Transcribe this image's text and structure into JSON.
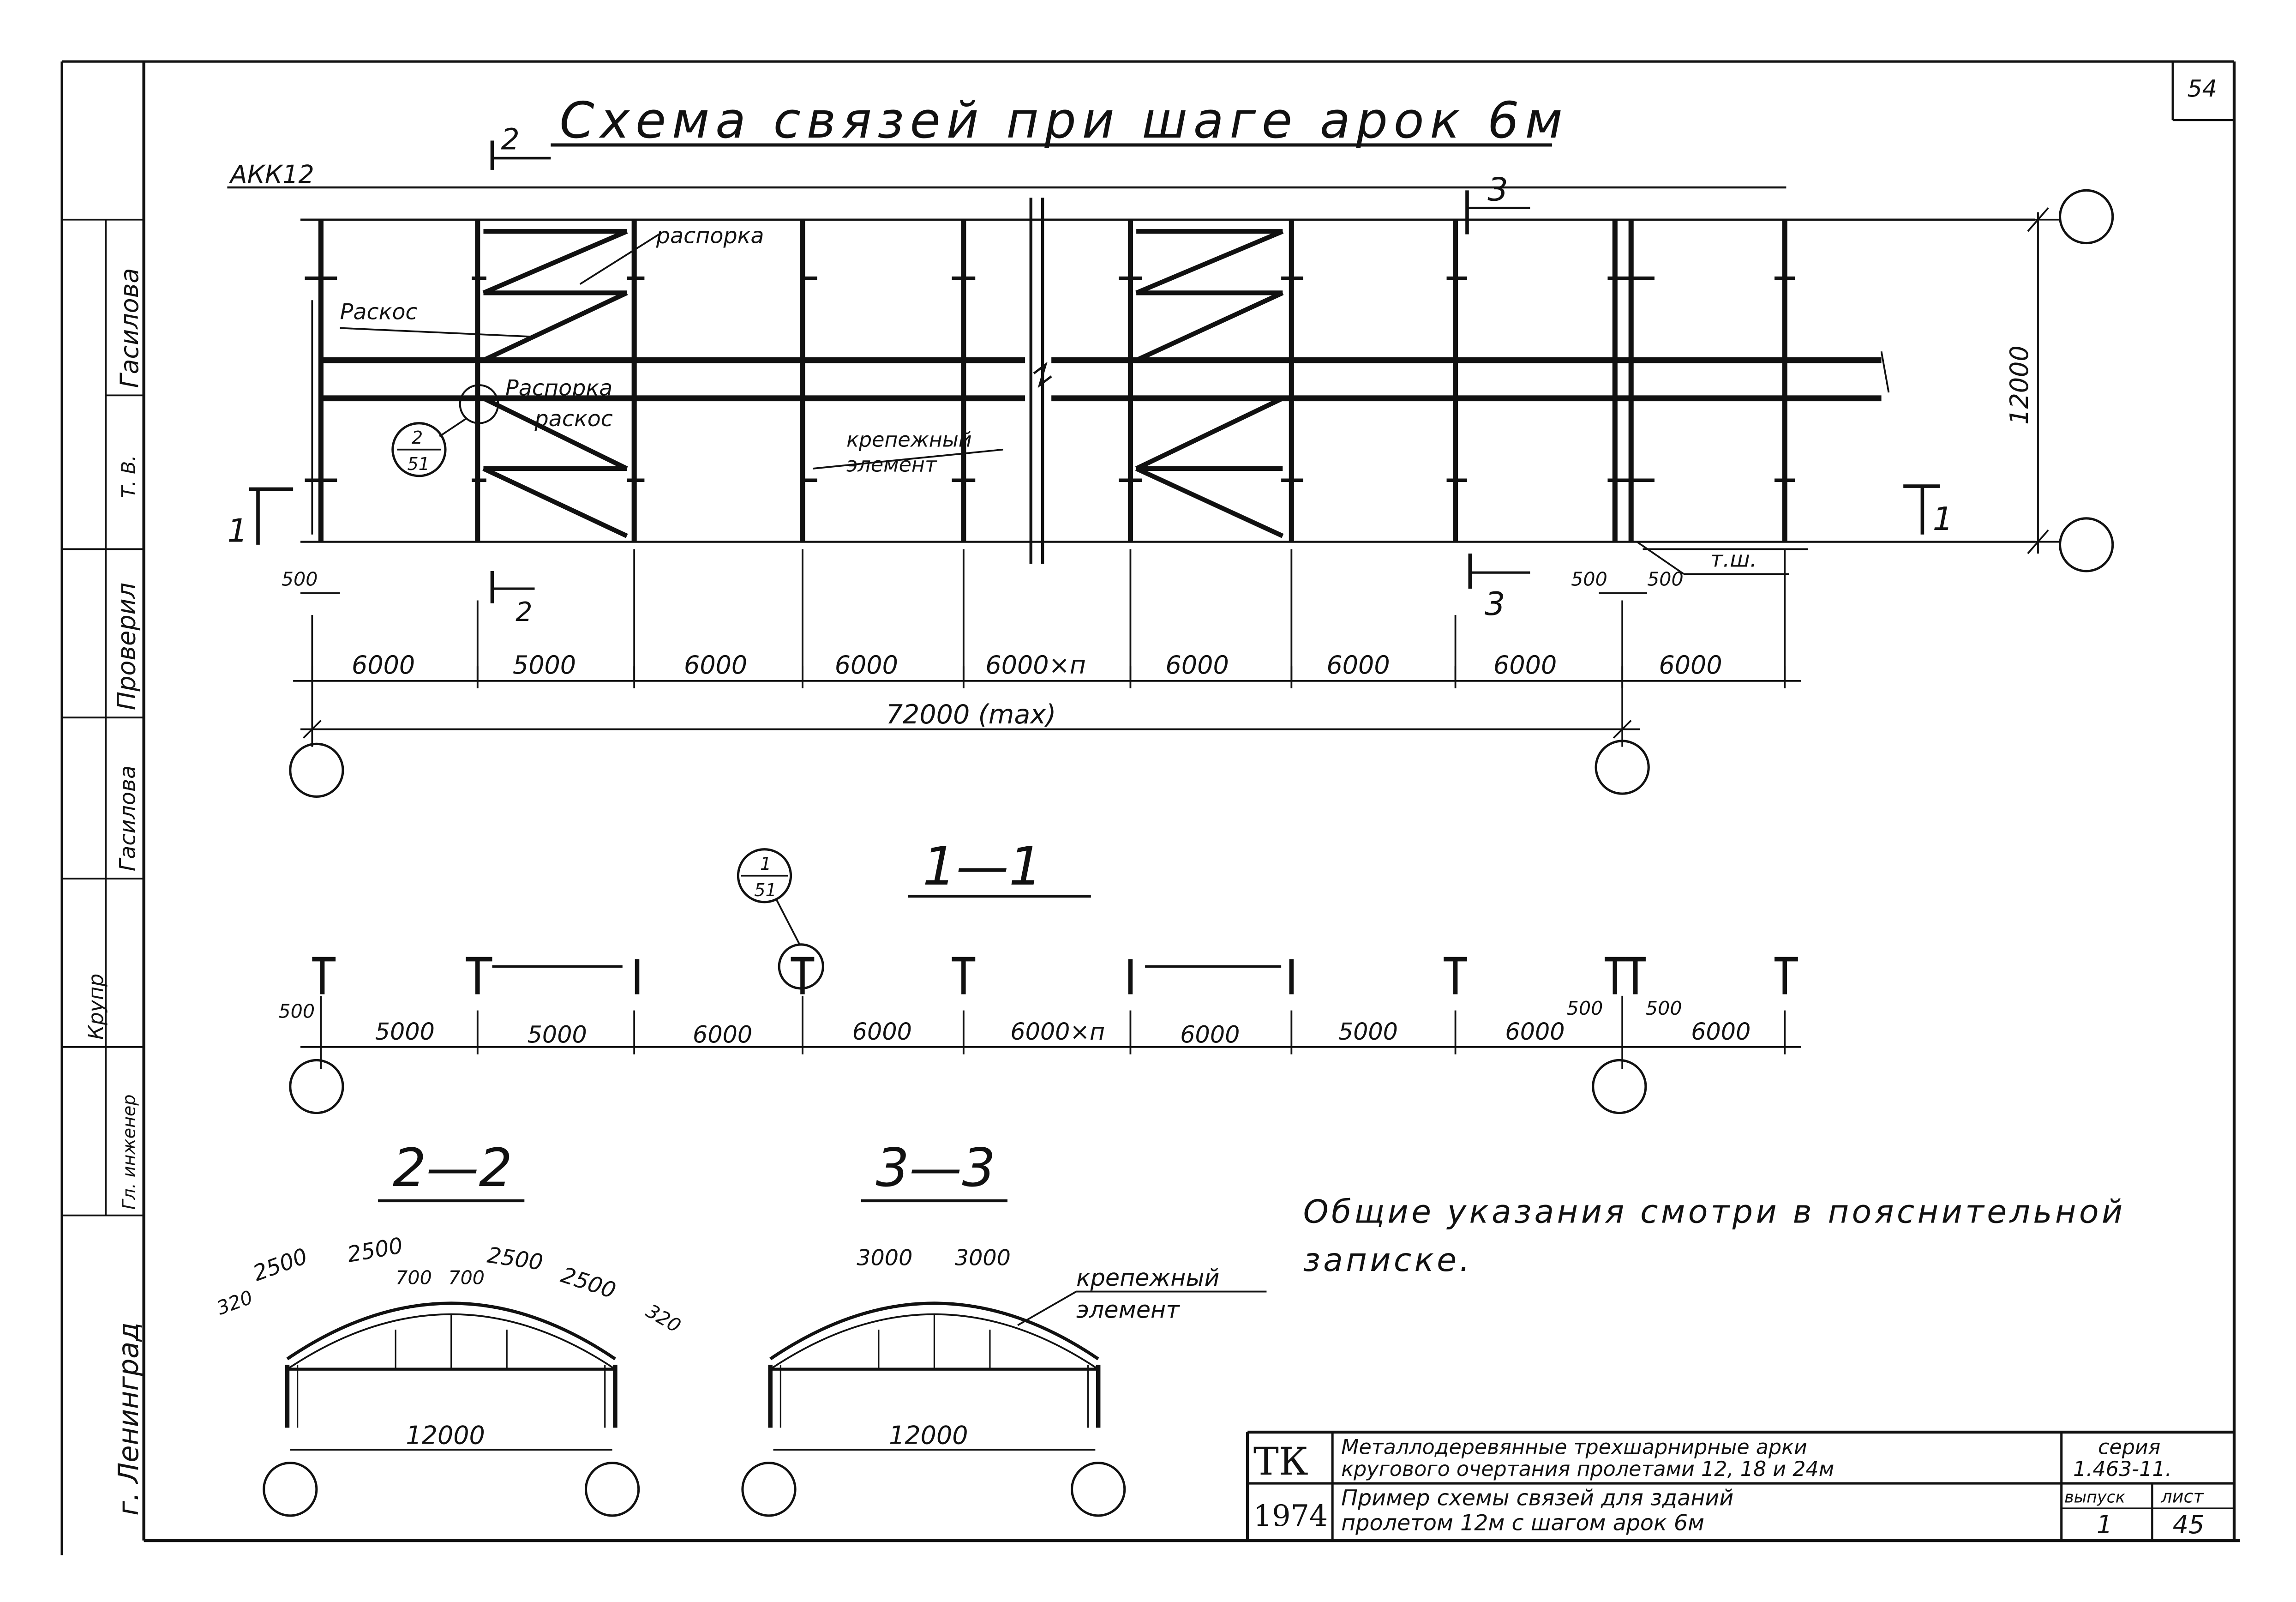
{
  "page_number": "54",
  "title": {
    "mark": "2",
    "text": "Схема связей при шаге арок 6м"
  },
  "plan": {
    "arch_mark": "АКК12",
    "labels": {
      "raspork_top": "распорка",
      "raskos_left": "Раскос",
      "raspork_mid": "Распорка",
      "raskos_mid": "раскос",
      "krep_1": "крепежный",
      "krep_2": "элемент",
      "tsh": "т.ш."
    },
    "node_ref": {
      "top": "2",
      "bottom": "51"
    },
    "section_marks": {
      "s1_left": "1",
      "s1_right": "1",
      "s2_top": "2",
      "s2_bottom": "2",
      "s3_top": "3",
      "s3_bottom": "3"
    },
    "dims_top": [
      "500",
      "500",
      "500"
    ],
    "dims_row": [
      "6000",
      "5000",
      "6000",
      "6000",
      "6000×п",
      "6000",
      "6000",
      "6000",
      "6000"
    ],
    "total_length": "72000 (max)",
    "depth": "12000"
  },
  "section_11": {
    "heading": "1—1",
    "node_ref": {
      "top": "1",
      "bottom": "51"
    },
    "dims": [
      "5000",
      "5000",
      "6000",
      "6000",
      "6000×п",
      "6000",
      "5000",
      "6000",
      "6000"
    ],
    "edge_dims": [
      "500",
      "500",
      "500"
    ]
  },
  "section_22": {
    "heading": "2—2",
    "arc_dims": [
      "320",
      "2500",
      "2500",
      "700",
      "700",
      "2500",
      "2500",
      "320"
    ],
    "span": "12000"
  },
  "section_33": {
    "heading": "3—3",
    "arc_dims": [
      "3000",
      "3000"
    ],
    "krep_1": "крепежный",
    "krep_2": "элемент",
    "span": "12000"
  },
  "note": {
    "line1": "Общие указания смотри в пояснительной",
    "line2": "записке."
  },
  "side_stamp": {
    "org": "г. Ленинград",
    "rows": [
      "Гл. инженер",
      "Крупр",
      "Гасилова",
      "Проверил",
      "Т. В.",
      "Гасилова"
    ]
  },
  "title_block": {
    "org": "ТК",
    "year": "1974",
    "desc_1": "Металлодеревянные трехшарнирные арки",
    "desc_2": "кругового очертания пролетами 12, 18 и 24м",
    "sheet_1": "Пример схемы связей для зданий",
    "sheet_2": "пролетом 12м с шагом арок 6м",
    "series_label": "серия",
    "series_value": "1.463-11.",
    "issue_label": "выпуск",
    "issue_value": "1",
    "sheet_label": "лист",
    "sheet_value": "45"
  }
}
